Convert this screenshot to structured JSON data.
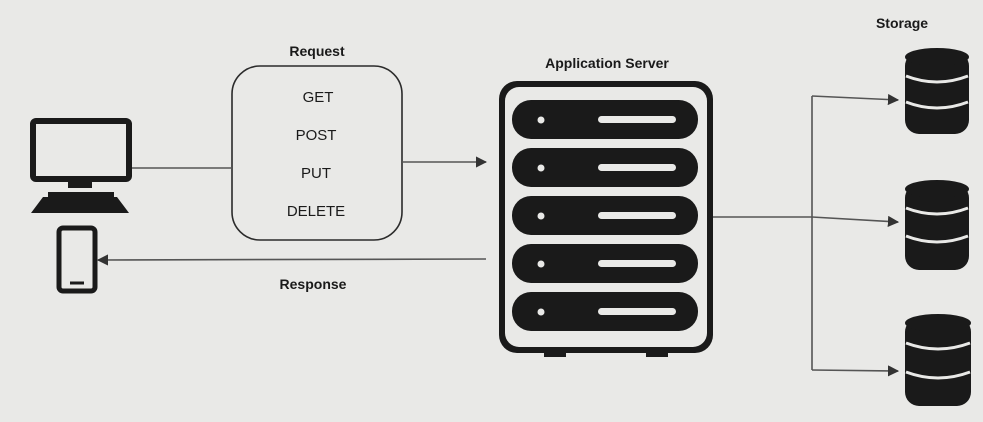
{
  "diagram": {
    "request_label": "Request",
    "methods": [
      "GET",
      "POST",
      "PUT",
      "DELETE"
    ],
    "server_label": "Application Server",
    "response_label": "Response",
    "storage_label": "Storage",
    "colors": {
      "background": "#e9e9e7",
      "ink": "#1a1a1a",
      "line": "#555555"
    },
    "icons": [
      "desktop-computer-icon",
      "mobile-phone-icon",
      "server-rack-icon",
      "database-icon"
    ]
  }
}
